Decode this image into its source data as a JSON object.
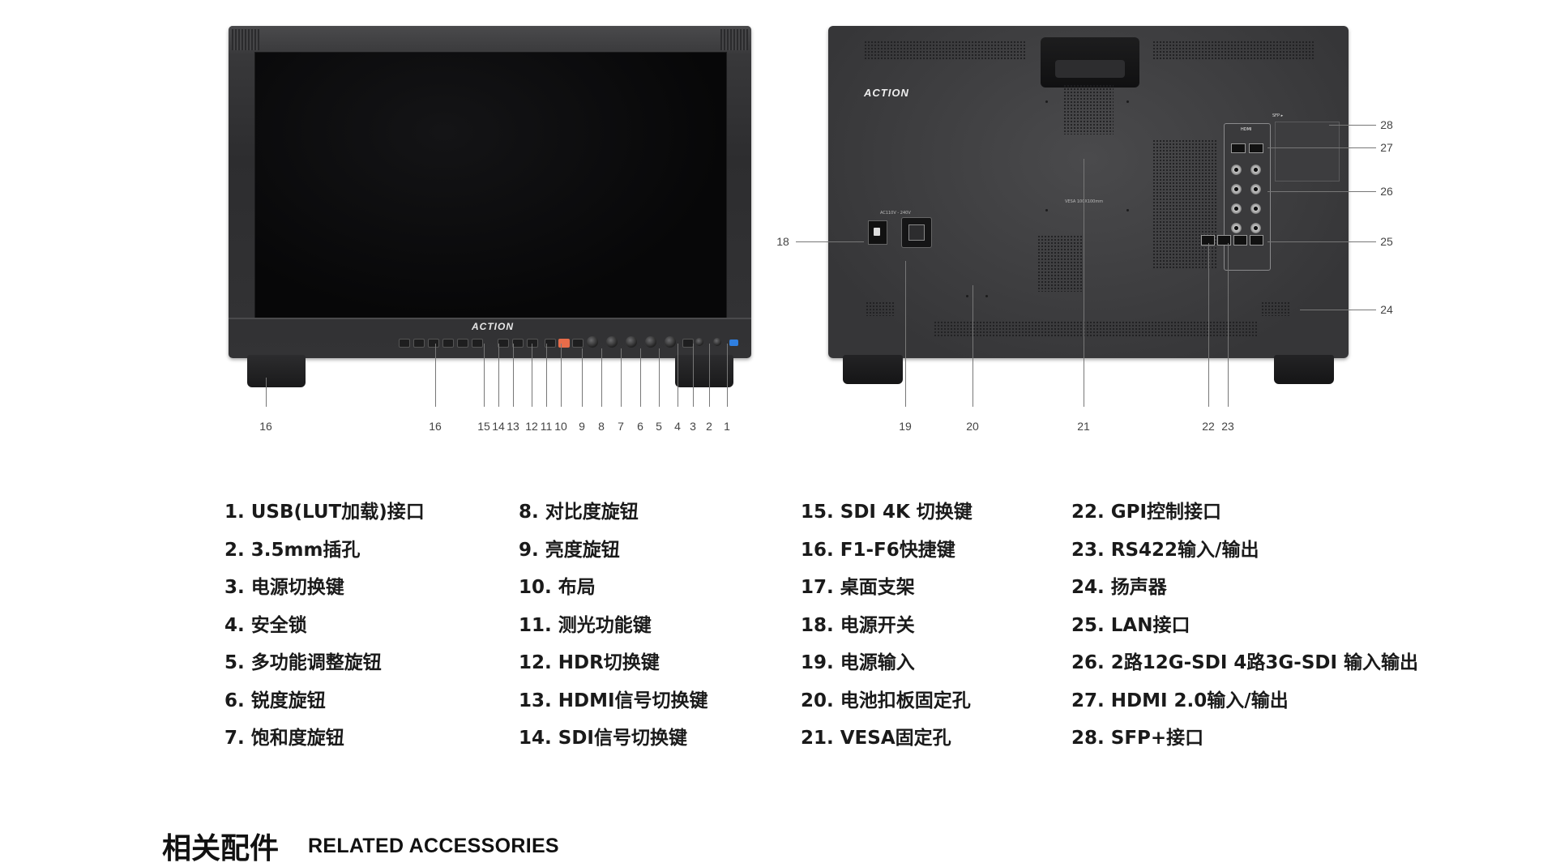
{
  "front": {
    "logo": "ACTION",
    "callouts": [
      "16",
      "16",
      "15",
      "14",
      "13",
      "12",
      "11",
      "10",
      "9",
      "8",
      "7",
      "6",
      "5",
      "4",
      "3",
      "2",
      "1"
    ]
  },
  "rear": {
    "logo": "ACTION",
    "power_label": "AC110V - 240V",
    "vesa_label": "VESA 100X100mm",
    "hdmi_label": "HDMI",
    "sfp_label": "SFP ▸",
    "callouts_bottom": [
      "19",
      "20",
      "21",
      "22",
      "23"
    ],
    "callouts_side": [
      "18",
      "28",
      "27",
      "26",
      "25",
      "24"
    ]
  },
  "legend": {
    "col1": [
      "1. USB(LUT加载)接口",
      "2. 3.5mm插孔",
      "3. 电源切换键",
      "4. 安全锁",
      "5. 多功能调整旋钮",
      "6. 锐度旋钮",
      "7. 饱和度旋钮"
    ],
    "col2": [
      "8. 对比度旋钮",
      "9. 亮度旋钮",
      "10. 布局",
      "11. 测光功能键",
      "12. HDR切换键",
      "13. HDMI信号切换键",
      "14. SDI信号切换键"
    ],
    "col3": [
      "15. SDI 4K 切换键",
      "16. F1-F6快捷键",
      "17. 桌面支架",
      "18. 电源开关",
      "19. 电源输入",
      "20. 电池扣板固定孔",
      "21. VESA固定孔"
    ],
    "col4": [
      "22. GPI控制接口",
      "23. RS422输入/输出",
      "24. 扬声器",
      "25. LAN接口",
      "26. 2路12G-SDI 4路3G-SDI 输入输出",
      "27. HDMI 2.0输入/输出",
      "28. SFP+接口"
    ]
  },
  "section": {
    "title_cn": "相关配件",
    "title_en": "RELATED ACCESSORIES"
  }
}
